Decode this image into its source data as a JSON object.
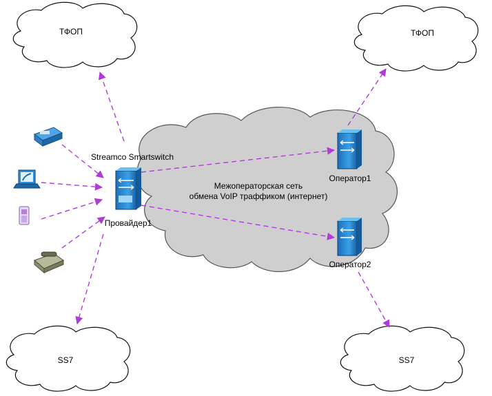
{
  "clouds": {
    "top_left": "ТФОП",
    "top_right": "ТФОП",
    "bottom_left": "SS7",
    "bottom_right": "SS7"
  },
  "center": {
    "line1": "Межоператорская сеть",
    "line2": "обмена VoIP траффиком (интернет)"
  },
  "nodes": {
    "provider": "Провайдер1",
    "provider_caption": "Streamco Smartswitch",
    "operator1": "Оператор1",
    "operator2": "Оператор2"
  },
  "colors": {
    "arrow": "#b13bd8",
    "switch": "#2e8fd6",
    "cloud_grey": "#cfcfcf"
  }
}
